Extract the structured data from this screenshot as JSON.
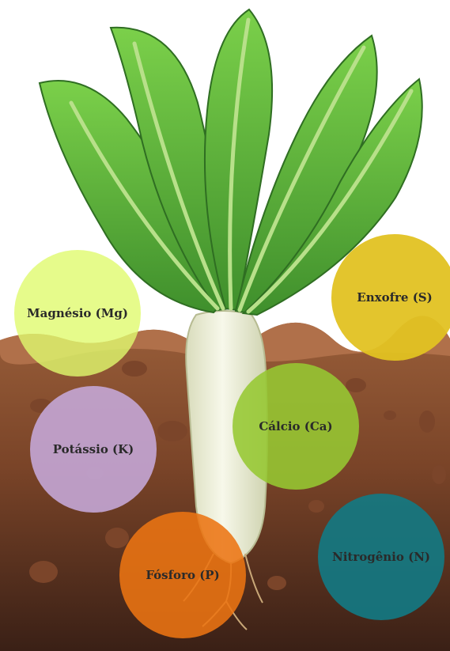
{
  "nutrients": [
    {
      "id": "mg",
      "label": "Magnésio (Mg)"
    },
    {
      "id": "s",
      "label": "Enxofre (S)"
    },
    {
      "id": "ca",
      "label": "Cálcio (Ca)"
    },
    {
      "id": "k",
      "label": "Potássio (K)"
    },
    {
      "id": "p",
      "label": "Fósforo (P)"
    },
    {
      "id": "n",
      "label": "Nitrogênio (N)"
    }
  ],
  "colors": {
    "soil_light": "#8a5535",
    "soil_dark": "#3a2218",
    "leaf": "#6cbf3e",
    "leaf_dark": "#3d8a2a",
    "radish": "#f2f2dc"
  }
}
